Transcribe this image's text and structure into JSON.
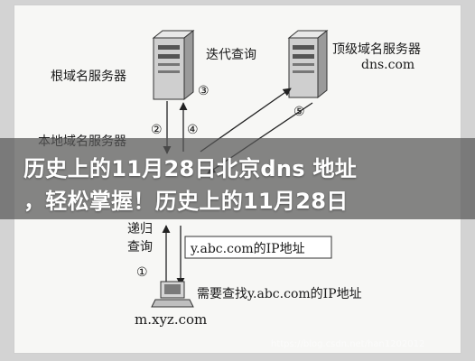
{
  "diagram": {
    "nodes": {
      "root_server": "根域名服务器",
      "iterative_query": "迭代查询",
      "tld_server": "顶级域名服务器",
      "tld_domain": "dns.com",
      "local_server_partial": "本地域名服务器",
      "recursive_query_line1": "递归",
      "recursive_query_line2": "查询",
      "result_box": "y.abc.com的IP地址",
      "request_text": "需要查找y.abc.com的IP地址",
      "client_host": "m.xyz.com"
    },
    "steps": [
      "①",
      "②",
      "③",
      "④",
      "⑤"
    ]
  },
  "overlay": {
    "title_line1": "历史上的11月28日北京dns 地址",
    "title_line2": "，轻松掌握！历史上的11月28日"
  },
  "watermark": "https://blog.csdn.net/han1202012"
}
